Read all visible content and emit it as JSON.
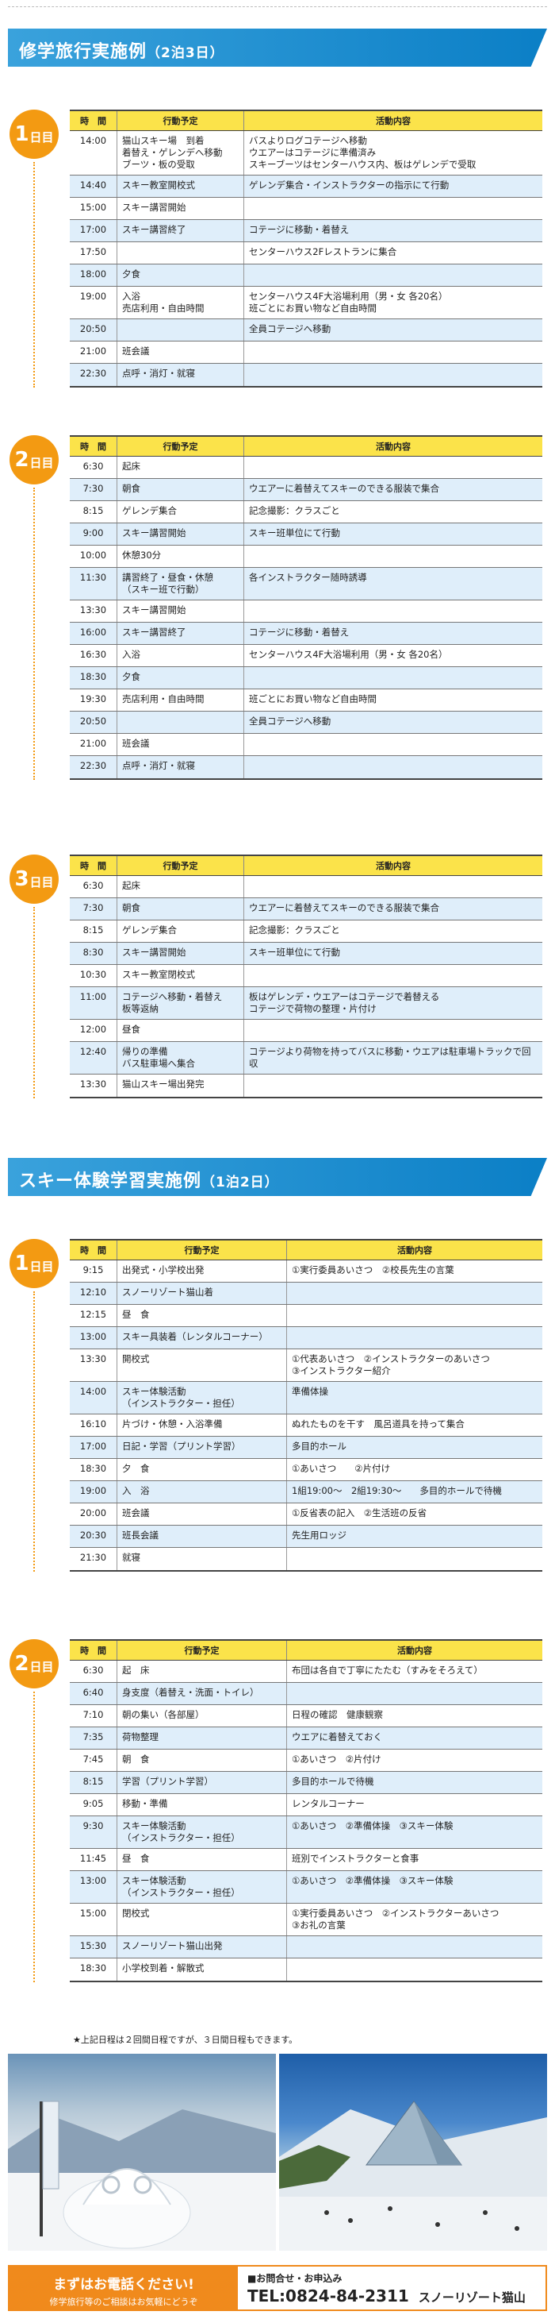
{
  "sections": [
    {
      "title": "修学旅行実施例",
      "sub": "（2泊3日）"
    },
    {
      "title": "スキー体験学習実施例",
      "sub": "（1泊2日）"
    }
  ],
  "headers": {
    "time": "時　間",
    "plan": "行動予定",
    "content": "活動内容"
  },
  "badges": {
    "day1": "1",
    "day2": "2",
    "day3": "3",
    "suffix": "日目"
  },
  "trip3": {
    "day1": [
      {
        "t": "14:00",
        "p": "猫山スキー場　到着\n着替え・ゲレンデへ移動\nブーツ・板の受取",
        "c": "バスよりログコテージへ移動\nウエアーはコテージに準備済み\nスキーブーツはセンターハウス内、板はゲレンデで受取"
      },
      {
        "t": "14:40",
        "p": "スキー教室開校式",
        "c": "ゲレンデ集合・インストラクターの指示にて行動"
      },
      {
        "t": "15:00",
        "p": "スキー講習開始",
        "c": ""
      },
      {
        "t": "17:00",
        "p": "スキー講習終了",
        "c": "コテージに移動・着替え"
      },
      {
        "t": "17:50",
        "p": "",
        "c": "センターハウス2Fレストランに集合"
      },
      {
        "t": "18:00",
        "p": "夕食",
        "c": ""
      },
      {
        "t": "19:00",
        "p": "入浴\n売店利用・自由時間",
        "c": "センターハウス4F大浴場利用（男・女 各20名）\n班ごとにお買い物など自由時間"
      },
      {
        "t": "20:50",
        "p": "",
        "c": "全員コテージへ移動"
      },
      {
        "t": "21:00",
        "p": "班会議",
        "c": ""
      },
      {
        "t": "22:30",
        "p": "点呼・消灯・就寝",
        "c": ""
      }
    ],
    "day2": [
      {
        "t": "6:30",
        "p": "起床",
        "c": ""
      },
      {
        "t": "7:30",
        "p": "朝食",
        "c": "ウエアーに着替えてスキーのできる服装で集合"
      },
      {
        "t": "8:15",
        "p": "ゲレンデ集合",
        "c": "記念撮影：クラスごと"
      },
      {
        "t": "9:00",
        "p": "スキー講習開始",
        "c": "スキー班単位にて行動"
      },
      {
        "t": "10:00",
        "p": "休憩30分",
        "c": ""
      },
      {
        "t": "11:30",
        "p": "講習終了・昼食・休憩\n（スキー班で行動）",
        "c": "各インストラクター随時誘導"
      },
      {
        "t": "13:30",
        "p": "スキー講習開始",
        "c": ""
      },
      {
        "t": "16:00",
        "p": "スキー講習終了",
        "c": "コテージに移動・着替え"
      },
      {
        "t": "16:30",
        "p": "入浴",
        "c": "センターハウス4F大浴場利用（男・女 各20名）"
      },
      {
        "t": "18:30",
        "p": "夕食",
        "c": ""
      },
      {
        "t": "19:30",
        "p": "売店利用・自由時間",
        "c": "班ごとにお買い物など自由時間"
      },
      {
        "t": "20:50",
        "p": "",
        "c": "全員コテージへ移動"
      },
      {
        "t": "21:00",
        "p": "班会議",
        "c": ""
      },
      {
        "t": "22:30",
        "p": "点呼・消灯・就寝",
        "c": ""
      }
    ],
    "day3": [
      {
        "t": "6:30",
        "p": "起床",
        "c": ""
      },
      {
        "t": "7:30",
        "p": "朝食",
        "c": "ウエアーに着替えてスキーのできる服装で集合"
      },
      {
        "t": "8:15",
        "p": "ゲレンデ集合",
        "c": "記念撮影：クラスごと"
      },
      {
        "t": "8:30",
        "p": "スキー講習開始",
        "c": "スキー班単位にて行動"
      },
      {
        "t": "10:30",
        "p": "スキー教室閉校式",
        "c": ""
      },
      {
        "t": "11:00",
        "p": "コテージへ移動・着替え\n板等返納",
        "c": "板はゲレンデ・ウエアーはコテージで着替える\nコテージで荷物の整理・片付け"
      },
      {
        "t": "12:00",
        "p": "昼食",
        "c": ""
      },
      {
        "t": "12:40",
        "p": "帰りの準備\nバス駐車場へ集合",
        "c": "コテージより荷物を持ってバスに移動・ウエアは駐車場トラックで回収"
      },
      {
        "t": "13:30",
        "p": "猫山スキー場出発完",
        "c": ""
      }
    ]
  },
  "trip2": {
    "day1": [
      {
        "t": "9:15",
        "p": "出発式・小学校出発",
        "c": "①実行委員あいさつ　②校長先生の言葉"
      },
      {
        "t": "12:10",
        "p": "スノーリゾート猫山着",
        "c": ""
      },
      {
        "t": "12:15",
        "p": "昼　食",
        "c": ""
      },
      {
        "t": "13:00",
        "p": "スキー具装着（レンタルコーナー）",
        "c": ""
      },
      {
        "t": "13:30",
        "p": "開校式",
        "c": "①代表あいさつ　②インストラクターのあいさつ\n③インストラクター紹介"
      },
      {
        "t": "14:00",
        "p": "スキー体験活動\n（インストラクター・担任）",
        "c": "準備体操"
      },
      {
        "t": "16:10",
        "p": "片づけ・休憩・入浴準備",
        "c": "ぬれたものを干す　風呂道具を持って集合"
      },
      {
        "t": "17:00",
        "p": "日記・学習（プリント学習）",
        "c": "多目的ホール"
      },
      {
        "t": "18:30",
        "p": "夕　食",
        "c": "①あいさつ　　②片付け"
      },
      {
        "t": "19:00",
        "p": "入　浴",
        "c": "1組19:00～　2組19:30～　　多目的ホールで待機"
      },
      {
        "t": "20:00",
        "p": "班会議",
        "c": "①反省表の記入　②生活班の反省"
      },
      {
        "t": "20:30",
        "p": "班長会議",
        "c": "先生用ロッジ"
      },
      {
        "t": "21:30",
        "p": "就寝",
        "c": ""
      }
    ],
    "day2": [
      {
        "t": "6:30",
        "p": "起　床",
        "c": "布団は各自で丁寧にたたむ（すみをそろえて）"
      },
      {
        "t": "6:40",
        "p": "身支度（着替え・洗面・トイレ）",
        "c": ""
      },
      {
        "t": "7:10",
        "p": "朝の集い（各部屋）",
        "c": "日程の確認　健康観察"
      },
      {
        "t": "7:35",
        "p": "荷物整理",
        "c": "ウエアに着替えておく"
      },
      {
        "t": "7:45",
        "p": "朝　食",
        "c": "①あいさつ　②片付け"
      },
      {
        "t": "8:15",
        "p": "学習（プリント学習）",
        "c": "多目的ホールで待機"
      },
      {
        "t": "9:05",
        "p": "移動・準備",
        "c": "レンタルコーナー"
      },
      {
        "t": "9:30",
        "p": "スキー体験活動\n（インストラクター・担任）",
        "c": "①あいさつ　②準備体操　③スキー体験"
      },
      {
        "t": "11:45",
        "p": "昼　食",
        "c": "班別でインストラクターと食事"
      },
      {
        "t": "13:00",
        "p": "スキー体験活動\n（インストラクター・担任）",
        "c": "①あいさつ　②準備体操　③スキー体験"
      },
      {
        "t": "15:00",
        "p": "閉校式",
        "c": "①実行委員あいさつ　②インストラクターあいさつ\n③お礼の言葉"
      },
      {
        "t": "15:30",
        "p": "スノーリゾート猫山出発",
        "c": ""
      },
      {
        "t": "18:30",
        "p": "小学校到着・解散式",
        "c": ""
      }
    ]
  },
  "note": "★上記日程は２回間日程ですが、３日間日程もできます。",
  "photo_labels": {
    "left": "雪像",
    "right": "ゲレンデ"
  },
  "footer": {
    "call": "まずはお電話ください!",
    "call_sub": "修学旅行等のご相談はお気軽にどうぞ",
    "contact": "■お問合せ・お申込み",
    "tel": "TEL:0824-84-2311",
    "name": "スノーリゾート猫山"
  }
}
